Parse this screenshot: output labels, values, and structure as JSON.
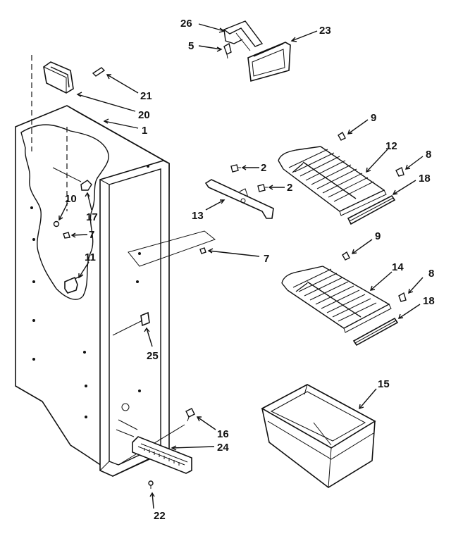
{
  "callouts": [
    {
      "id": "c26",
      "text": "26"
    },
    {
      "id": "c23",
      "text": "23"
    },
    {
      "id": "c5",
      "text": "5"
    },
    {
      "id": "c21",
      "text": "21"
    },
    {
      "id": "c20",
      "text": "20"
    },
    {
      "id": "c1",
      "text": "1"
    },
    {
      "id": "c9a",
      "text": "9"
    },
    {
      "id": "c12",
      "text": "12"
    },
    {
      "id": "c8a",
      "text": "8"
    },
    {
      "id": "c2a",
      "text": "2"
    },
    {
      "id": "c2b",
      "text": "2"
    },
    {
      "id": "c18a",
      "text": "18"
    },
    {
      "id": "c10",
      "text": "10"
    },
    {
      "id": "c17",
      "text": "17"
    },
    {
      "id": "c13",
      "text": "13"
    },
    {
      "id": "c7a",
      "text": "7"
    },
    {
      "id": "c9b",
      "text": "9"
    },
    {
      "id": "c11",
      "text": "11"
    },
    {
      "id": "c7b",
      "text": "7"
    },
    {
      "id": "c14",
      "text": "14"
    },
    {
      "id": "c8b",
      "text": "8"
    },
    {
      "id": "c18b",
      "text": "18"
    },
    {
      "id": "c25",
      "text": "25"
    },
    {
      "id": "c15",
      "text": "15"
    },
    {
      "id": "c16",
      "text": "16"
    },
    {
      "id": "c24",
      "text": "24"
    },
    {
      "id": "c22",
      "text": "22"
    }
  ]
}
